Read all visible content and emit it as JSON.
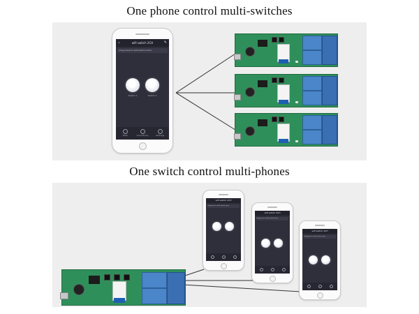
{
  "headings": {
    "top": "One phone control multi-switches",
    "bottom": "One switch control multi-phones"
  },
  "app": {
    "title": "wifi switch 2CH",
    "notice": "Long press to edit switch name",
    "switch1_label": "Switch 1",
    "switch2_label": "Switch 2",
    "tabs": [
      "Total",
      "Countdown",
      "Settings"
    ]
  },
  "colors": {
    "panel": "#eeeeee",
    "screen": "#2f2f3b",
    "board_green": "#2f8f5b",
    "relay_blue": "#4a86c9",
    "line": "#333333"
  },
  "icons": {
    "back": "chevron-left-icon",
    "edit": "pencil-icon",
    "tab_total": "clock-icon",
    "tab_countdown": "timer-icon",
    "tab_settings": "gear-icon"
  }
}
